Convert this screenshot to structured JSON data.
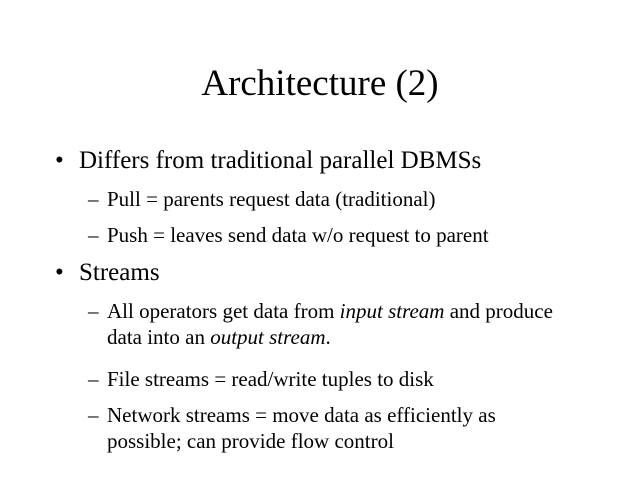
{
  "slide": {
    "title": "Architecture (2)",
    "bullet_marker": "•",
    "dash_marker": "–",
    "bullets": [
      {
        "text": "Differs from traditional parallel DBMSs",
        "subs": [
          "Pull = parents request data (traditional)",
          "Push = leaves send data w/o request to parent"
        ]
      },
      {
        "text": "Streams",
        "subs": [
          {
            "part1": "All operators get data from ",
            "italic1": "input stream",
            "part2": " and produce data into an ",
            "italic2": "output stream",
            "part3": "."
          },
          "File streams = read/write tuples to disk",
          "Network streams = move data as efficiently as possible; can provide flow control"
        ]
      }
    ]
  }
}
